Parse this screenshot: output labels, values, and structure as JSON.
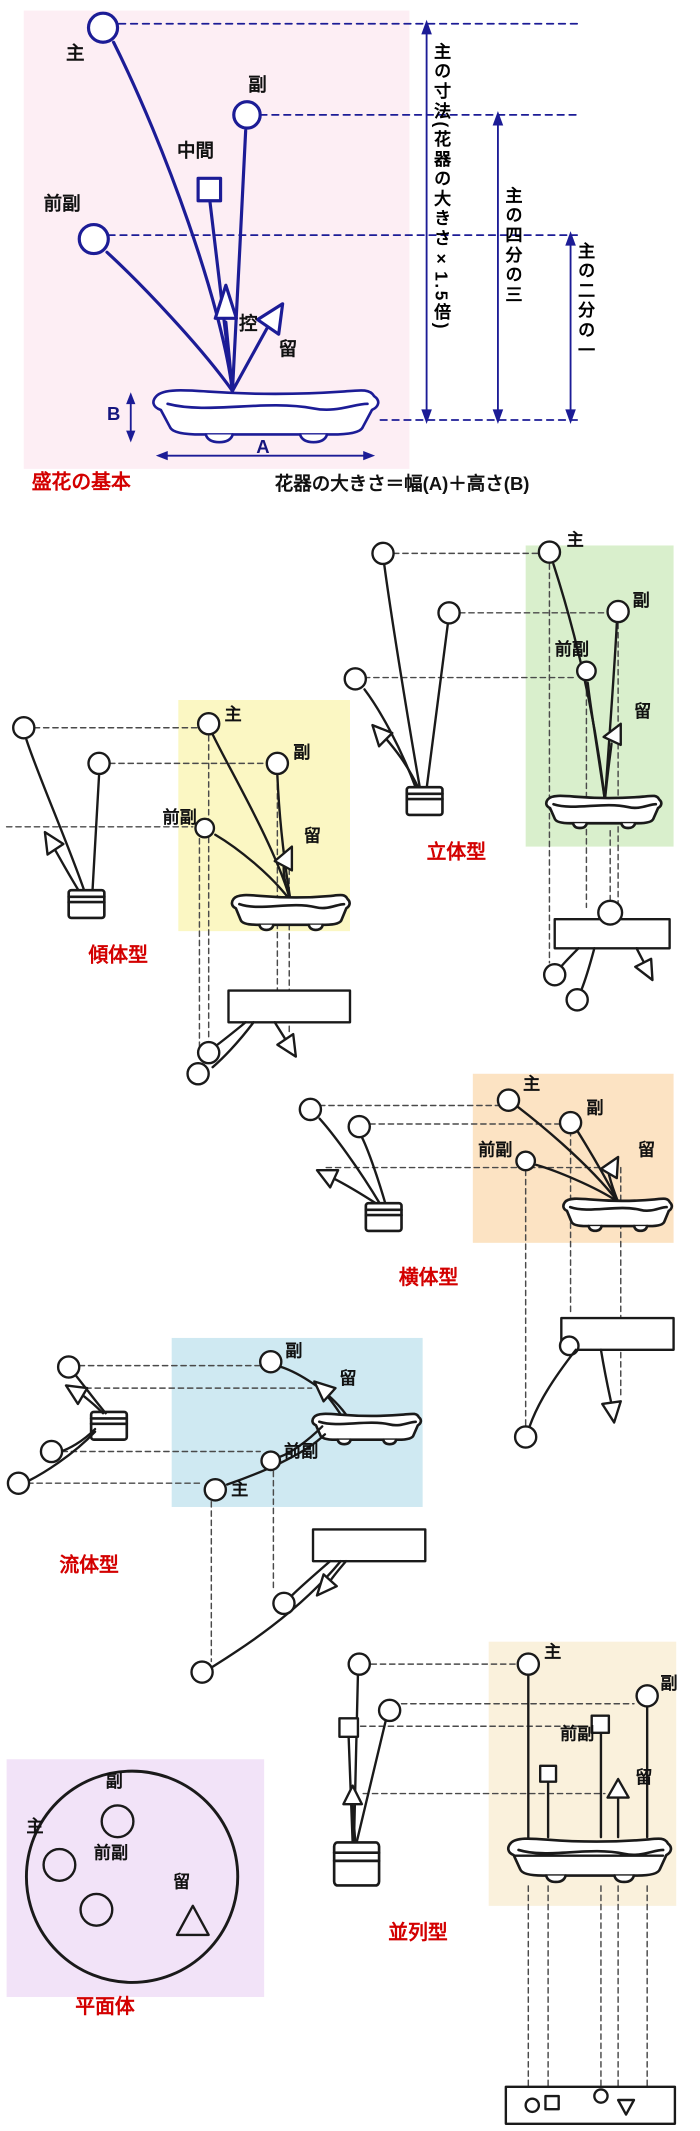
{
  "colors": {
    "stem_navy": "#1c1c96",
    "line_black": "#1a1a1a",
    "caption_red": "#d30000",
    "bg_pink": "#fdeef4",
    "bg_yellow": "#fbf7c3",
    "bg_green": "#d9efcc",
    "bg_orange": "#fce3c3",
    "bg_blue": "#cfe9f2",
    "bg_beige": "#faf1dc",
    "bg_purple": "#f2e3f8"
  },
  "basic": {
    "caption": "盛花の基本",
    "formula": "花器の大きさ＝幅(A)＋高さ(B)",
    "shu": "主",
    "fuku": "副",
    "chukan": "中間",
    "maefuku": "前副",
    "hikae": "控",
    "tome": "留",
    "width_label": "A",
    "height_label": "B",
    "dim_main": "主の寸法(花器の大きさ×1.5倍)",
    "dim_three_quarters": "主の四分の三",
    "dim_half": "主の二分の一"
  },
  "keitai": {
    "caption": "傾体型",
    "shu": "主",
    "fuku": "副",
    "maefuku": "前副",
    "tome": "留"
  },
  "rittai": {
    "caption": "立体型",
    "shu": "主",
    "fuku": "副",
    "maefuku": "前副",
    "tome": "留"
  },
  "yokotai": {
    "caption": "横体型",
    "shu": "主",
    "fuku": "副",
    "maefuku": "前副",
    "tome": "留"
  },
  "ryutai": {
    "caption": "流体型",
    "shu": "主",
    "fuku": "副",
    "maefuku": "前副",
    "tome": "留"
  },
  "heiretsu": {
    "caption": "並列型",
    "shu": "主",
    "fuku": "副",
    "maefuku": "前副",
    "tome": "留"
  },
  "heimen": {
    "caption": "平面体",
    "shu": "主",
    "fuku": "副",
    "maefuku": "前副",
    "tome": "留"
  }
}
